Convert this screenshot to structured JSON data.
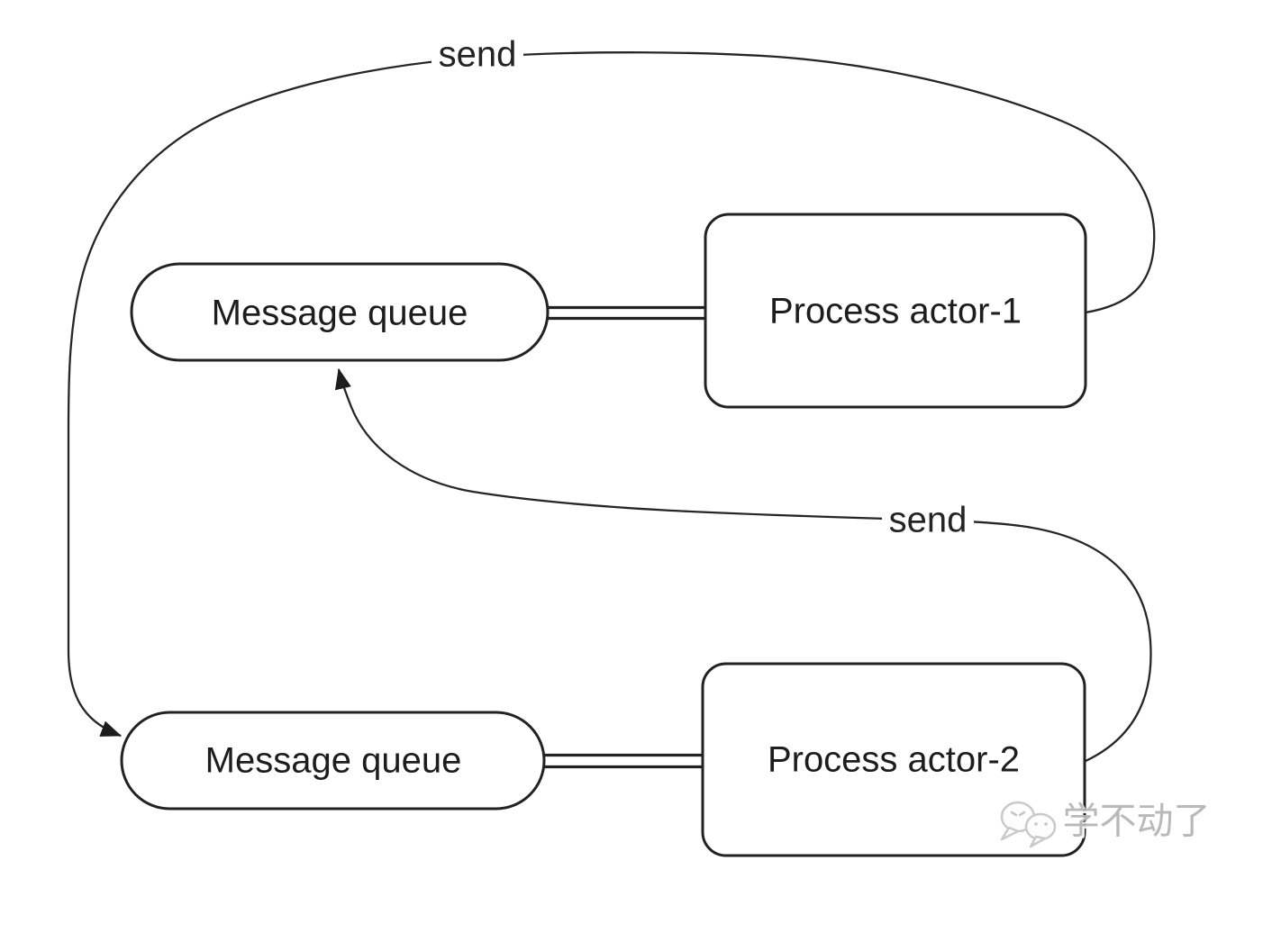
{
  "colors": {
    "background": "#ffffff",
    "stroke": "#222222",
    "watermark": "#b4b4b4"
  },
  "nodes": [
    {
      "id": "message-queue-top",
      "label": "Message queue",
      "shape": "pill"
    },
    {
      "id": "process-actor-1",
      "label": "Process actor-1",
      "shape": "rounded-rect"
    },
    {
      "id": "message-queue-bottom",
      "label": "Message queue",
      "shape": "pill"
    },
    {
      "id": "process-actor-2",
      "label": "Process actor-2",
      "shape": "rounded-rect"
    }
  ],
  "edges": [
    {
      "id": "send-from-actor-1",
      "label": "send",
      "from": "process-actor-1",
      "to": "message-queue-bottom",
      "style": "curved-arrow"
    },
    {
      "id": "send-from-actor-2",
      "label": "send",
      "from": "process-actor-2",
      "to": "message-queue-top",
      "style": "curved-arrow"
    },
    {
      "id": "bind-top",
      "from": "message-queue-top",
      "to": "process-actor-1",
      "style": "double-line"
    },
    {
      "id": "bind-bottom",
      "from": "message-queue-bottom",
      "to": "process-actor-2",
      "style": "double-line"
    }
  ],
  "watermark": {
    "icon": "wechat-icon",
    "text": "学不动了"
  }
}
